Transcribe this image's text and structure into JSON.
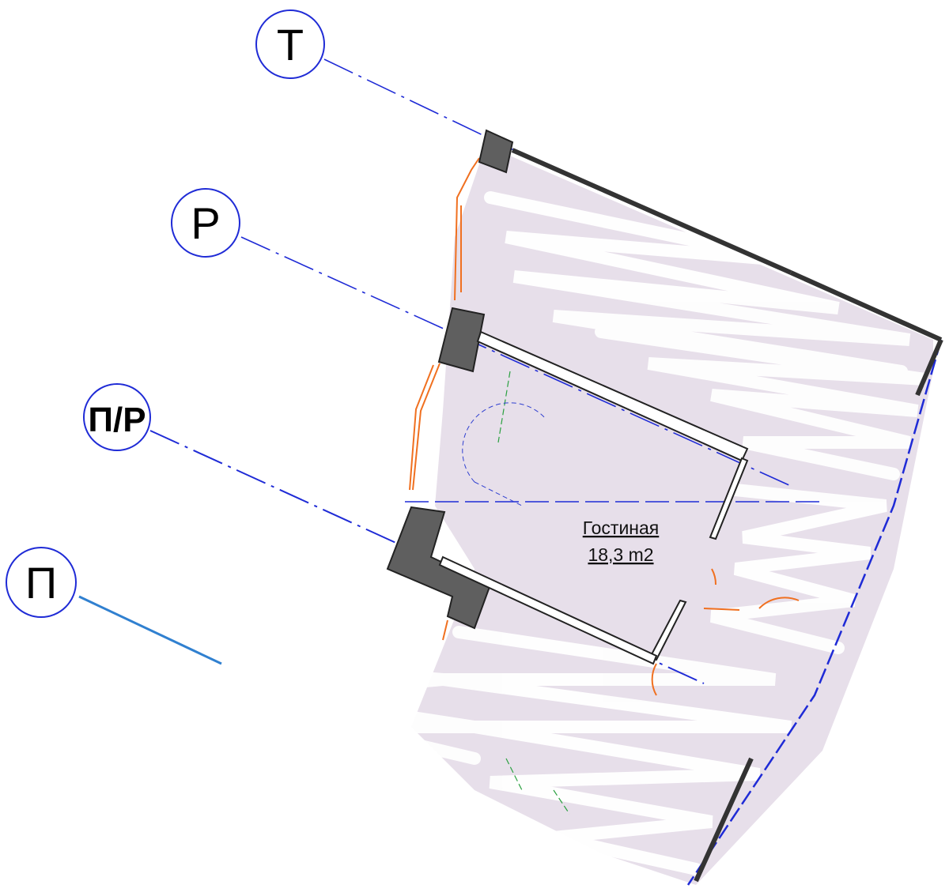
{
  "axes": [
    {
      "id": "T",
      "label": "Т"
    },
    {
      "id": "R",
      "label": "Р"
    },
    {
      "id": "PR",
      "label": "П/Р"
    },
    {
      "id": "P",
      "label": "П"
    }
  ],
  "room": {
    "name": "Гостиная",
    "area": "18,3 m2"
  },
  "colors": {
    "axis": "#1f2bd6",
    "wall": "#5f5f5f",
    "floor": "#e7dfea",
    "orange": "#f07020",
    "green": "#2aa040"
  }
}
